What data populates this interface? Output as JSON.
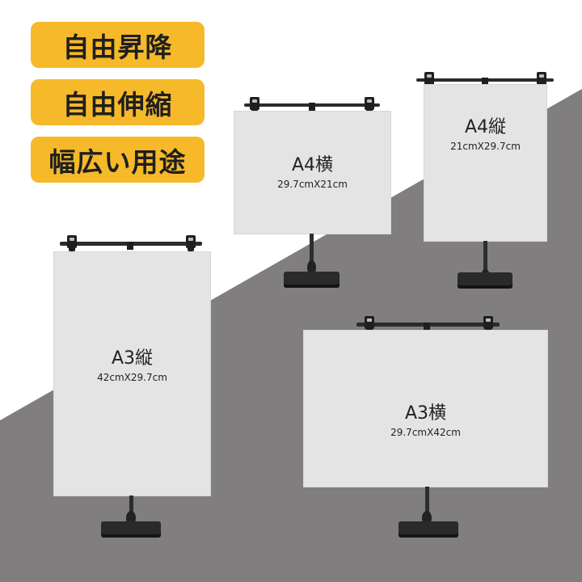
{
  "badges": [
    {
      "label": "自由昇降"
    },
    {
      "label": "自由伸縮"
    },
    {
      "label": "幅広い用途"
    }
  ],
  "stands": {
    "a4_landscape": {
      "title": "A4横",
      "size": "29.7cmX21cm"
    },
    "a4_portrait": {
      "title": "A4縦",
      "size": "21cmX29.7cm"
    },
    "a3_portrait": {
      "title": "A3縦",
      "size": "42cmX29.7cm"
    },
    "a3_landscape": {
      "title": "A3横",
      "size": "29.7cmX42cm"
    }
  },
  "colors": {
    "badge": "#f6b92a",
    "background_dark": "#7f7d7e",
    "sheet": "#e4e4e4"
  }
}
